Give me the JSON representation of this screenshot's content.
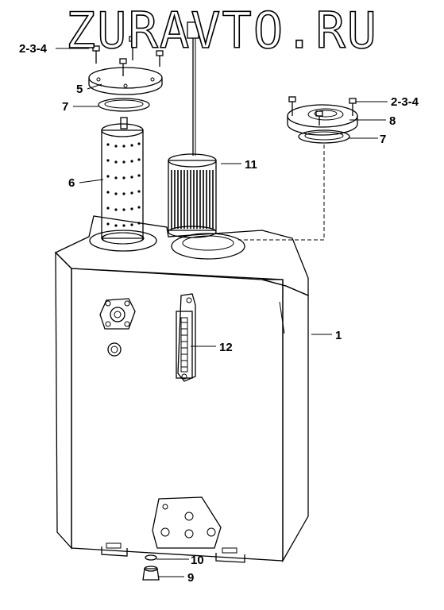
{
  "watermark": "ZURAVTO.RU",
  "callouts": {
    "c1": "1",
    "c234_left": "2-3-4",
    "c234_right": "2-3-4",
    "c5": "5",
    "c6": "6",
    "c7_left": "7",
    "c7_right": "7",
    "c8": "8",
    "c9": "9",
    "c10": "10",
    "c11": "11",
    "c12": "12"
  },
  "colors": {
    "ink": "#000000",
    "paper": "#ffffff",
    "shade": "#d9d9d9"
  }
}
